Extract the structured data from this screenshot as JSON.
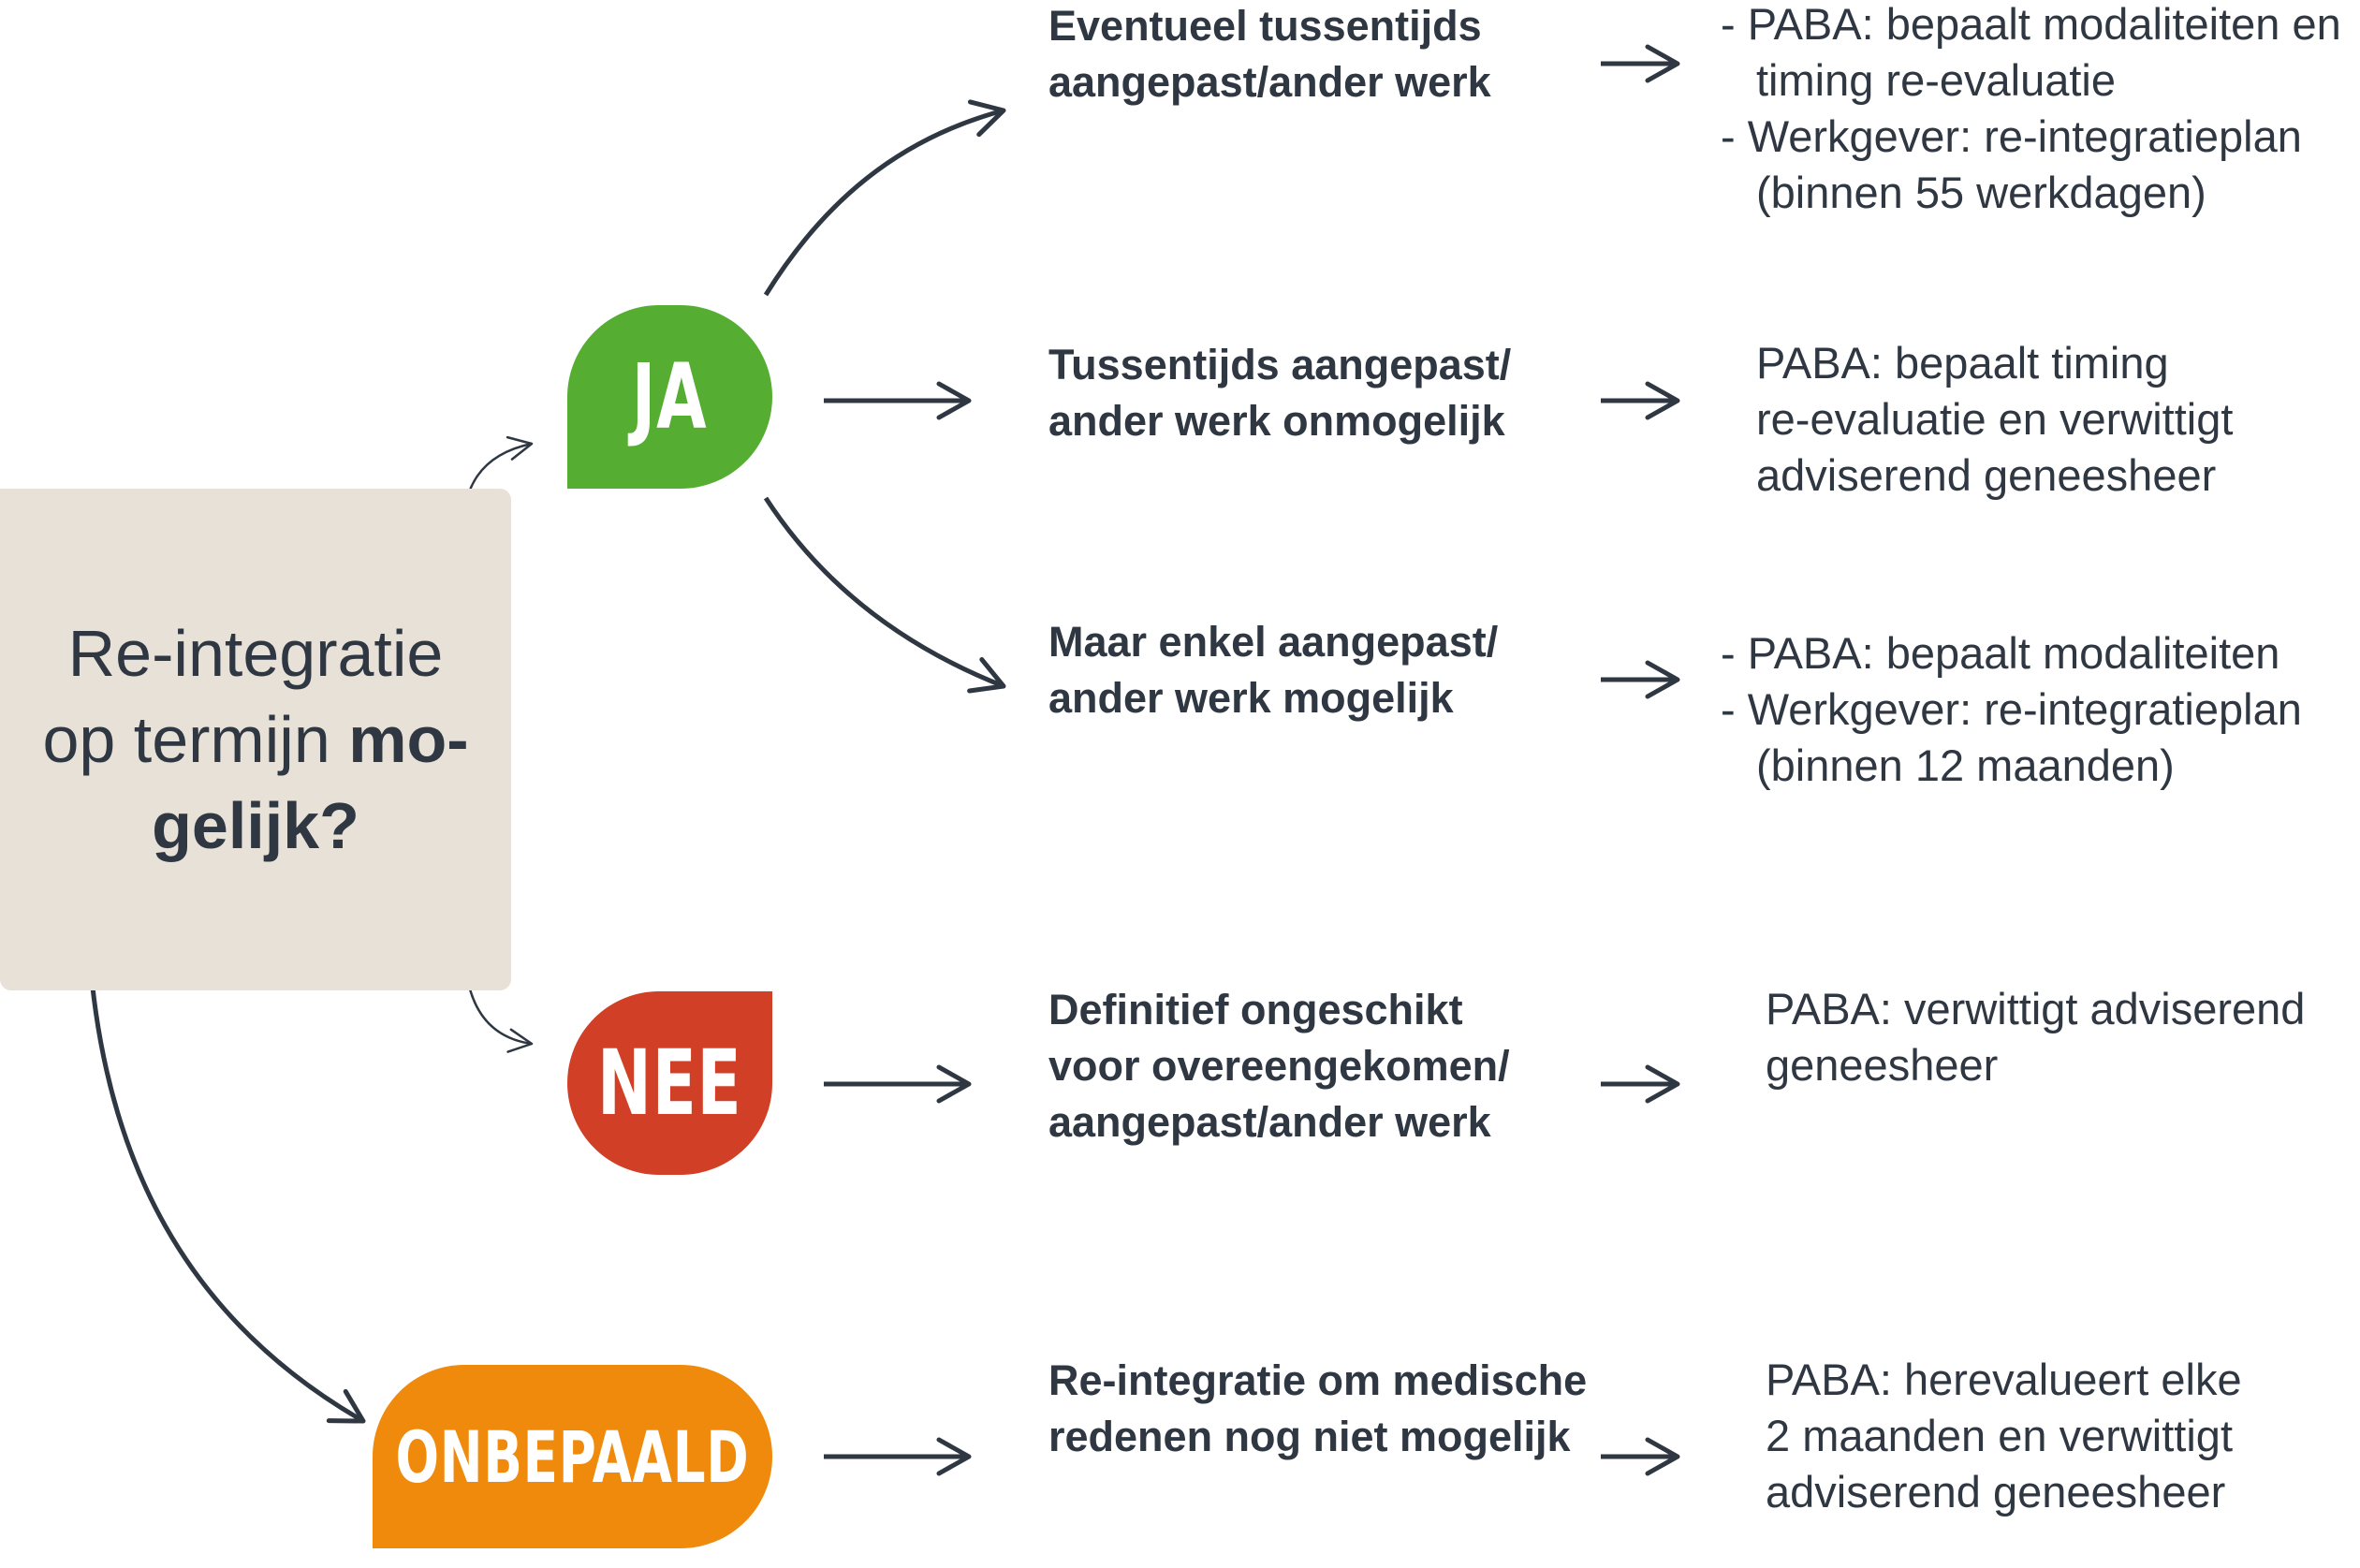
{
  "question": {
    "line1": "Re-integratie",
    "line2_regular": "op termijn ",
    "line2_bold": "mo-",
    "line3_bold": "gelijk?"
  },
  "badges": {
    "ja": "JA",
    "nee": "NEE",
    "onbepaald": "ONBEPAALD"
  },
  "colors": {
    "ja": "#55ad32",
    "nee": "#d13f27",
    "onbepaald": "#ef8a0c",
    "question_box": "#e7e1d7",
    "text": "#2f3742"
  },
  "outcomes": [
    {
      "lines": [
        "Eventueel tussentijds",
        "aangepast/ander werk"
      ]
    },
    {
      "lines": [
        "Tussentijds aangepast/",
        "ander werk onmogelijk"
      ]
    },
    {
      "lines": [
        "Maar enkel aangepast/",
        "ander werk mogelijk"
      ]
    },
    {
      "lines": [
        "Definitief ongeschikt",
        "voor overeengekomen/",
        "aangepast/ander werk"
      ]
    },
    {
      "lines": [
        "Re-integratie om medische",
        "redenen nog niet mogelijk"
      ]
    }
  ],
  "actions": [
    {
      "items": [
        {
          "first": "- PABA: bepaalt modaliteiten en",
          "rest": "timing re-evaluatie"
        },
        {
          "first": "- Werkgever: re-integratieplan",
          "rest": "(binnen 55 werkdagen)"
        }
      ]
    },
    {
      "lines": [
        "PABA: bepaalt timing",
        "re-evaluatie en verwittigt",
        "adviserend geneesheer"
      ]
    },
    {
      "items": [
        {
          "first": "- PABA: bepaalt modaliteiten",
          "rest": ""
        },
        {
          "first": "- Werkgever: re-integratieplan",
          "rest": "(binnen 12 maanden)"
        }
      ]
    },
    {
      "lines": [
        "PABA: verwittigt adviserend",
        "geneesheer"
      ]
    },
    {
      "lines": [
        "PABA: herevalueert elke",
        "2 maanden en verwittigt",
        "adviserend geneesheer"
      ]
    }
  ]
}
